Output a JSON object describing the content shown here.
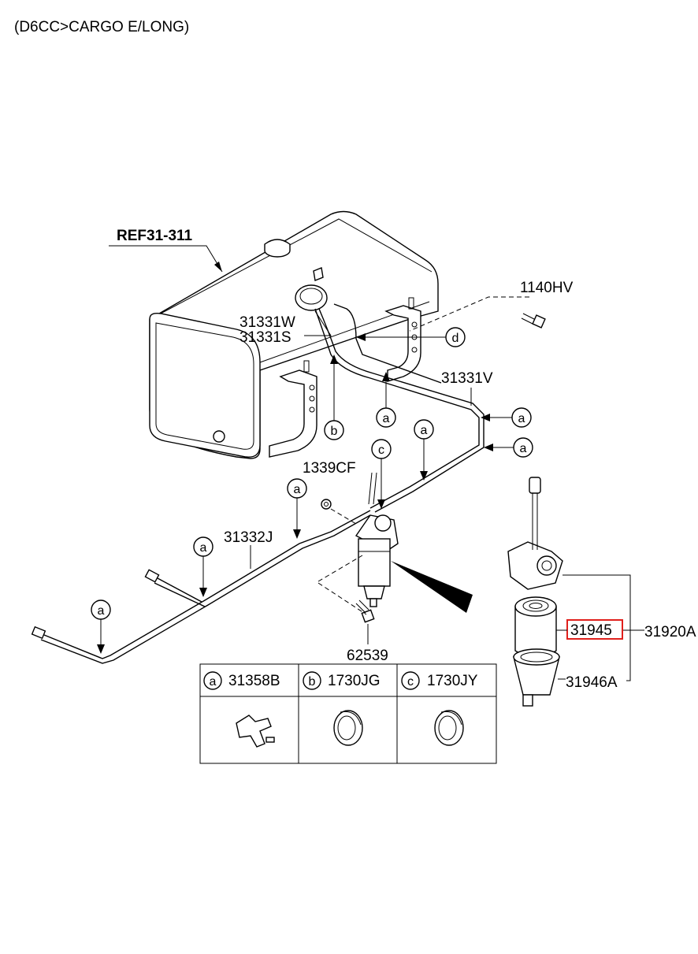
{
  "header": {
    "model": "(D6CC>CARGO E/LONG)"
  },
  "labels": {
    "ref": "REF31-311",
    "p1140HV": "1140HV",
    "p31331W": "31331W",
    "p31331S": "31331S",
    "p31331V": "31331V",
    "p1339CF": "1339CF",
    "p31332J": "31332J",
    "p62539": "62539",
    "p31945": "31945",
    "p31920A": "31920A",
    "p31946A": "31946A"
  },
  "callouts": {
    "a": "a",
    "b": "b",
    "c": "c",
    "d": "d"
  },
  "legend": {
    "items": [
      {
        "letter": "a",
        "part": "31358B"
      },
      {
        "letter": "b",
        "part": "1730JG"
      },
      {
        "letter": "c",
        "part": "1730JY"
      }
    ]
  },
  "highlight": {
    "part": "31945",
    "color": "#e0201c"
  }
}
